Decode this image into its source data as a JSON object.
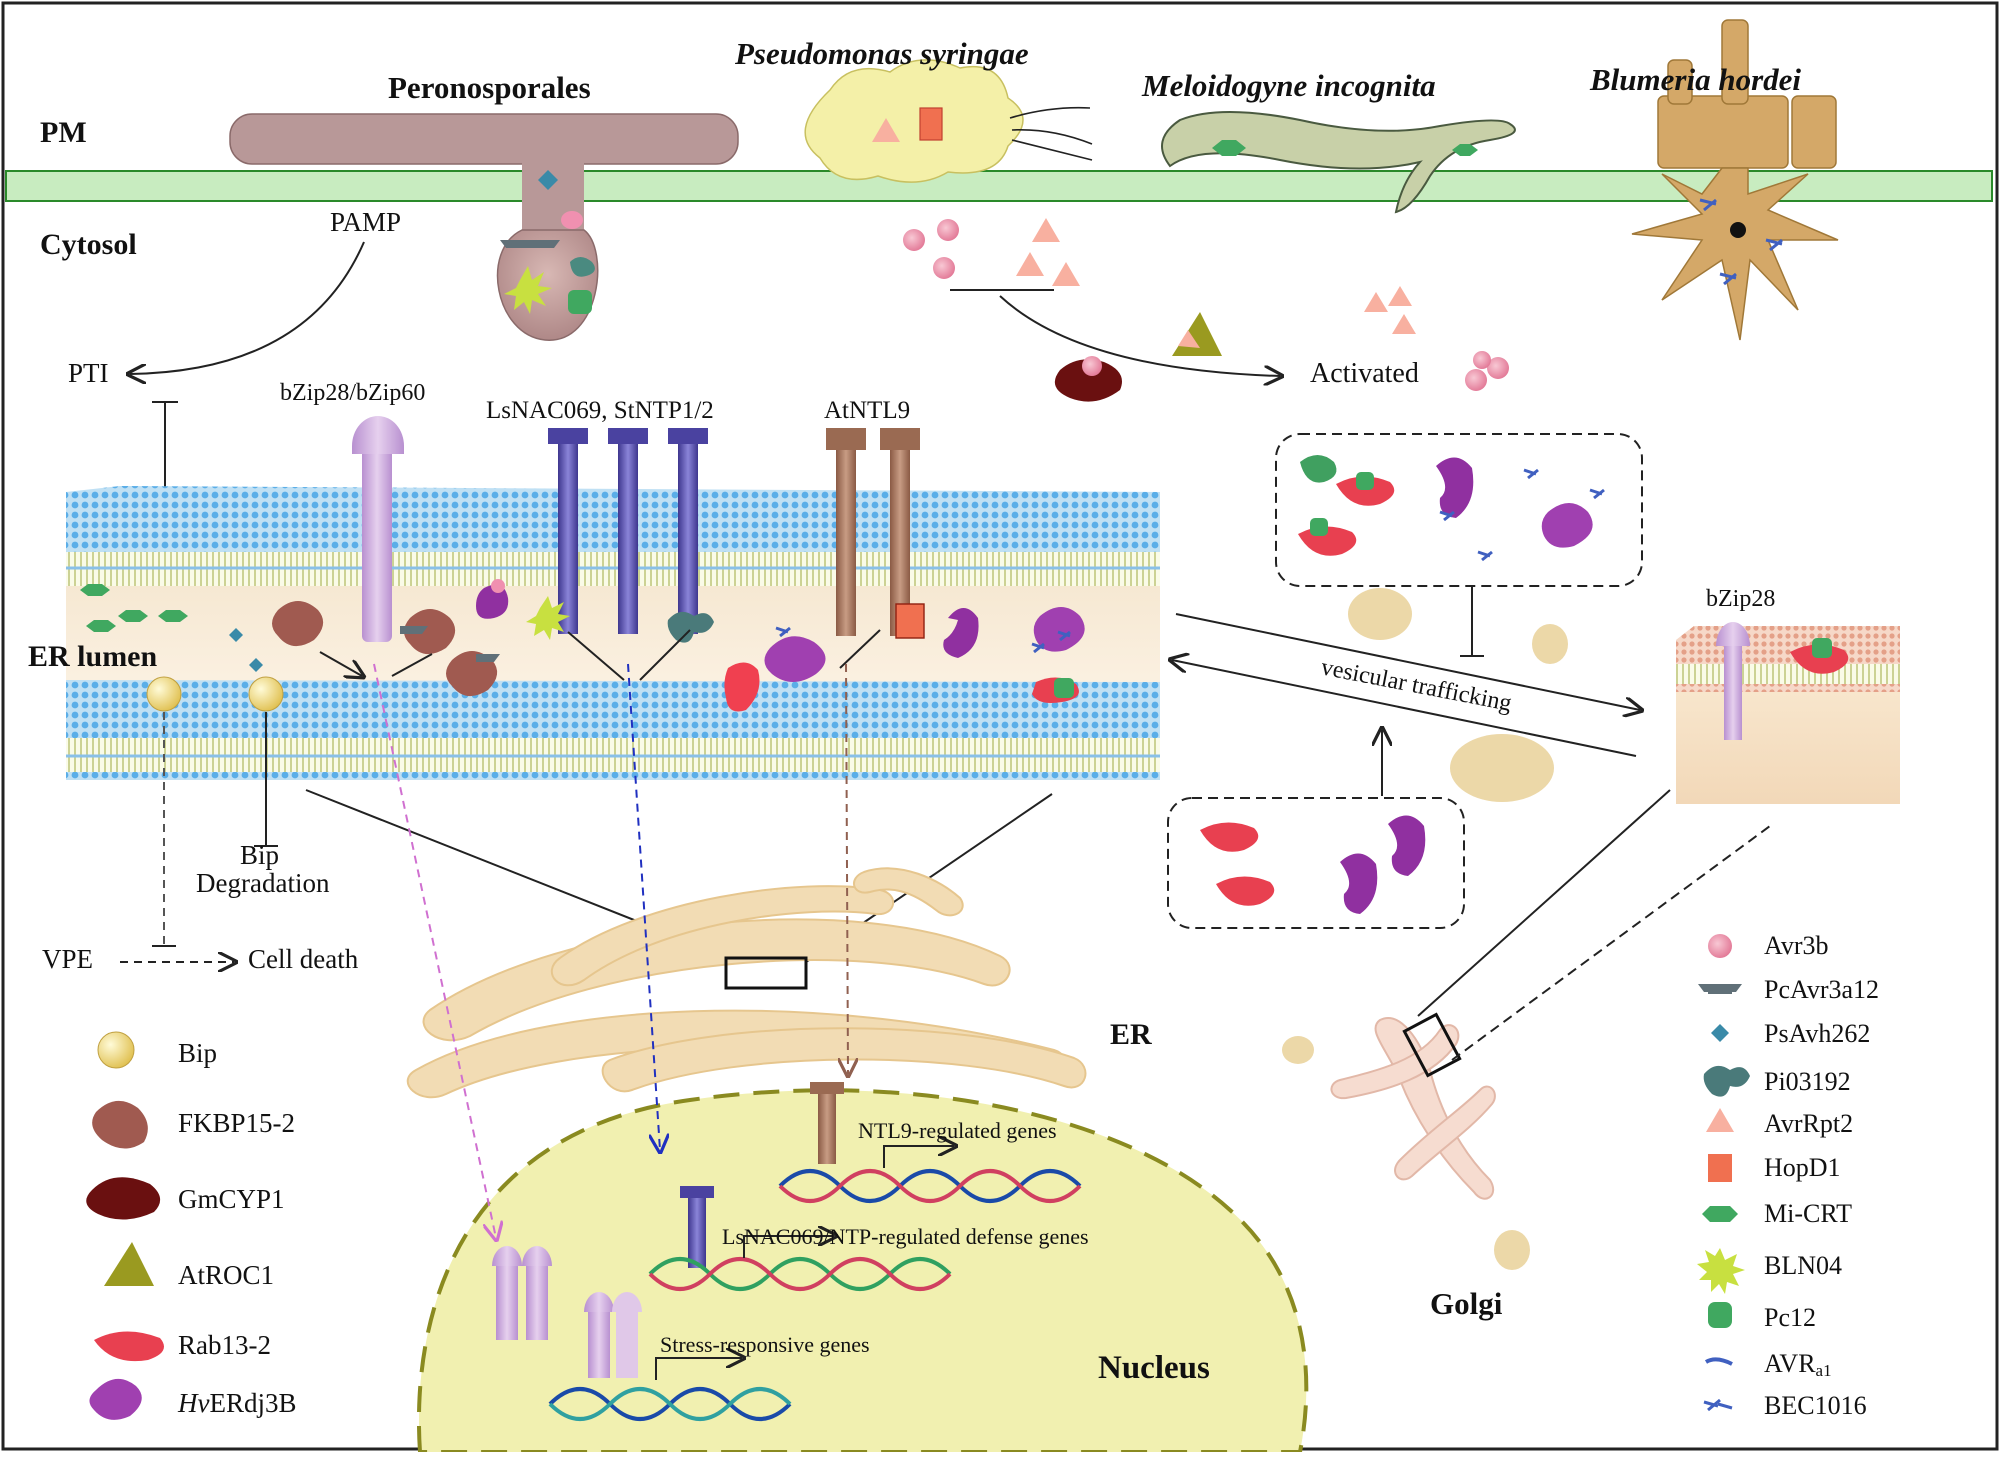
{
  "labels": {
    "pm": "PM",
    "cytosol": "Cytosol",
    "er_lumen": "ER lumen",
    "pamp": "PAMP",
    "pti": "PTI",
    "activated": "Activated",
    "bip_degradation_1": "Bip",
    "bip_degradation_2": "Degradation",
    "vpe": "VPE",
    "cell_death": "Cell death",
    "er": "ER",
    "golgi": "Golgi",
    "nucleus": "Nucleus",
    "bzip28": "bZip28",
    "vesicular_trafficking": "vesicular trafficking"
  },
  "pathogens": {
    "peronosporales": "Peronosporales",
    "pseudomonas": "Pseudomonas syringae",
    "meloidogyne": "Meloidogyne incognita",
    "blumeria": "Blumeria hordei"
  },
  "receptors": {
    "bzip28_bzip60": "bZip28/bZip60",
    "lsnac": "LsNAC069, StNTP1/2",
    "atntl9": "AtNTL9"
  },
  "genes": {
    "ntl9": "NTL9-regulated genes",
    "lsnac": "LsNAC069/NTP-regulated defense genes",
    "stress": "Stress-responsive genes"
  },
  "legend_left": [
    {
      "label": "Bip",
      "icon": "bip-icon"
    },
    {
      "label": "FKBP15-2",
      "icon": "fkbp15-2-icon"
    },
    {
      "label": "GmCYP1",
      "icon": "gmcyp1-icon"
    },
    {
      "label": "AtROC1",
      "icon": "atroc1-icon"
    },
    {
      "label": "Rab13-2",
      "icon": "rab13-2-icon"
    },
    {
      "label_italic": "Hv",
      "label_rest": "ERdj3B",
      "icon": "hverdj3b-icon"
    }
  ],
  "legend_right": [
    {
      "label": "Avr3b",
      "icon": "avr3b-icon"
    },
    {
      "label": "PcAvr3a12",
      "icon": "pcavr3a12-icon"
    },
    {
      "label": "PsAvh262",
      "icon": "psavh262-icon"
    },
    {
      "label": "Pi03192",
      "icon": "pi03192-icon"
    },
    {
      "label": "AvrRpt2",
      "icon": "avrrpt2-icon"
    },
    {
      "label": "HopD1",
      "icon": "hopd1-icon"
    },
    {
      "label": "Mi-CRT",
      "icon": "mi-crt-icon"
    },
    {
      "label": "BLN04",
      "icon": "bln04-icon"
    },
    {
      "label": "Pc12",
      "icon": "pc12-icon"
    },
    {
      "label_main": "AVR",
      "label_sub": "a1",
      "icon": "avra1-icon"
    },
    {
      "label": "BEC1016",
      "icon": "bec1016-icon"
    }
  ],
  "colors": {
    "membrane": "#c8ecc0",
    "peronosporales": "#b09090",
    "er_body": "#eedcb4",
    "nucleus": "#f1f0b0",
    "lsnac_receptor": "#5a52b0",
    "ntl9_receptor": "#a07058",
    "bzip_receptor": "#c8a0d8"
  }
}
